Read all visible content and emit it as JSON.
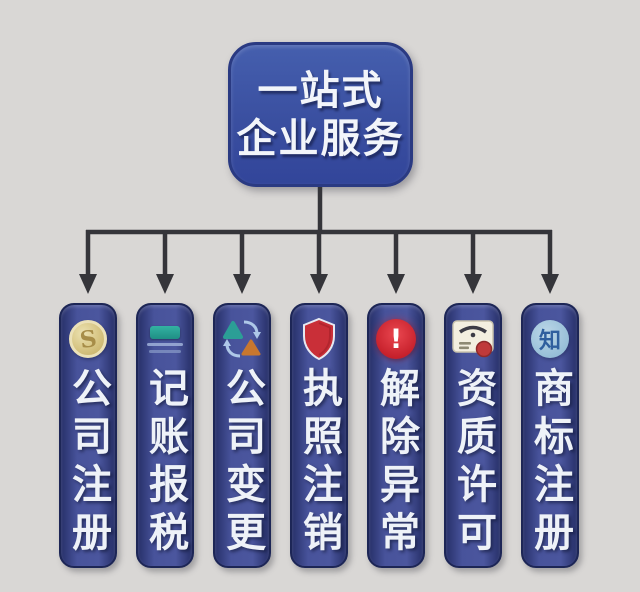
{
  "page": {
    "background_color": "#d9d7d5",
    "node_fill_color": "#3a4fa0",
    "pill_fill_color": "#48539b",
    "connector_color": "#35353a",
    "text_color": "#f2f5fa"
  },
  "header": {
    "title_line1": "一站式",
    "title_line2": "企业服务"
  },
  "services": [
    {
      "label": "公司注册",
      "icon": "coin-icon",
      "glyph": "S"
    },
    {
      "label": "记账报税",
      "icon": "ledger-icon"
    },
    {
      "label": "公司变更",
      "icon": "exchange-arrows-icon"
    },
    {
      "label": "执照注销",
      "icon": "shield-icon"
    },
    {
      "label": "解除异常",
      "icon": "alert-exclamation-icon",
      "glyph": "!"
    },
    {
      "label": "资质许可",
      "icon": "certificate-seal-icon"
    },
    {
      "label": "商标注册",
      "icon": "trademark-circle-icon",
      "glyph": "知"
    }
  ]
}
